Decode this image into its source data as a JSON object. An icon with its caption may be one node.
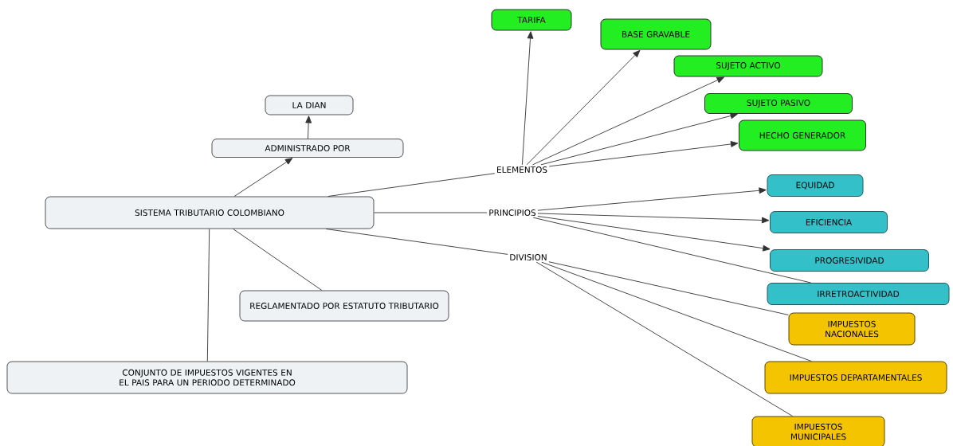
{
  "diagram": {
    "nodes": [
      {
        "text": [
          "SISTEMA TRIBUTARIO COLOMBIANO"
        ]
      },
      {
        "text": [
          "ADMINISTRADO POR"
        ]
      },
      {
        "text": [
          "LA DIAN"
        ]
      },
      {
        "text": [
          "REGLAMENTADO POR ESTATUTO TRIBUTARIO"
        ]
      },
      {
        "text": [
          "CONJUNTO DE IMPUESTOS VIGENTES EN EL PAIS PARA UN PERIODO DETERMINADO"
        ]
      },
      {
        "text": [
          "ELEMENTOS"
        ]
      },
      {
        "text": [
          "PRINCIPIOS"
        ]
      },
      {
        "text": [
          "DIVISION"
        ]
      },
      {
        "text": [
          "TARIFA"
        ]
      },
      {
        "text": [
          "BASE GRAVABLE"
        ]
      },
      {
        "text": [
          "SUJETO ACTIVO"
        ]
      },
      {
        "text": [
          "SUJETO PASIVO"
        ]
      },
      {
        "text": [
          "HECHO GENERADOR"
        ]
      },
      {
        "text": [
          "EQUIDAD"
        ]
      },
      {
        "text": [
          "EFICIENCIA"
        ]
      },
      {
        "text": [
          "PROGRESIVIDAD"
        ]
      },
      {
        "text": [
          "IRRETROACTIVIDAD"
        ]
      },
      {
        "text": [
          "IMPUESTOS NACIONALES"
        ]
      },
      {
        "text": [
          "IMPUESTOS DEPARTAMENTALES"
        ]
      },
      {
        "text": [
          "IMPUESTOS MUNICIPALES"
        ]
      }
    ],
    "edges": [
      {
        "from": 0,
        "to": 1,
        "arrow": "to"
      },
      {
        "from": 1,
        "to": 2,
        "arrow": "to"
      },
      {
        "from": 0,
        "to": 3,
        "arrow": "none"
      },
      {
        "from": 0,
        "to": 4,
        "arrow": "none"
      },
      {
        "from": 0,
        "to": 5,
        "arrow": "none"
      },
      {
        "from": 0,
        "to": 6,
        "arrow": "none"
      },
      {
        "from": 0,
        "to": 7,
        "arrow": "none"
      },
      {
        "from": 5,
        "to": 8,
        "arrow": "to"
      },
      {
        "from": 5,
        "to": 9,
        "arrow": "to"
      },
      {
        "from": 5,
        "to": 10,
        "arrow": "to"
      },
      {
        "from": 5,
        "to": 11,
        "arrow": "to"
      },
      {
        "from": 5,
        "to": 12,
        "arrow": "to"
      },
      {
        "from": 6,
        "to": 13,
        "arrow": "to"
      },
      {
        "from": 6,
        "to": 14,
        "arrow": "to"
      },
      {
        "from": 6,
        "to": 15,
        "arrow": "to"
      },
      {
        "from": 6,
        "to": 16,
        "arrow": "none"
      },
      {
        "from": 7,
        "to": 17,
        "arrow": "none"
      },
      {
        "from": 7,
        "to": 18,
        "arrow": "none"
      },
      {
        "from": 7,
        "to": 19,
        "arrow": "none"
      }
    ]
  }
}
